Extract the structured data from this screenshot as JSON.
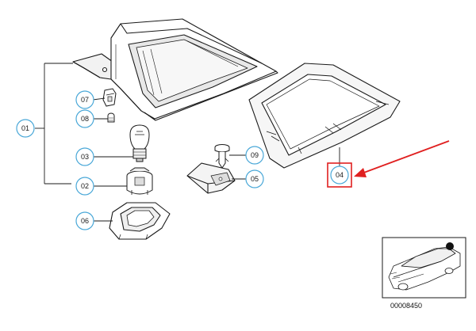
{
  "colors": {
    "line": "#1a1a1a",
    "callout_ring": "#4aa8d8",
    "highlight": "#e02020",
    "part_fill": "#f4f4f4",
    "part_shadow": "#bdbdbd"
  },
  "callouts": {
    "c01": "01",
    "c02": "02",
    "c03": "03",
    "c04": "04",
    "c05": "05",
    "c06": "06",
    "c07": "07",
    "c08": "08",
    "c09": "09"
  },
  "highlighted_part": "04",
  "inset": {
    "reference_number": "00008450",
    "icon": "car-location-icon"
  }
}
